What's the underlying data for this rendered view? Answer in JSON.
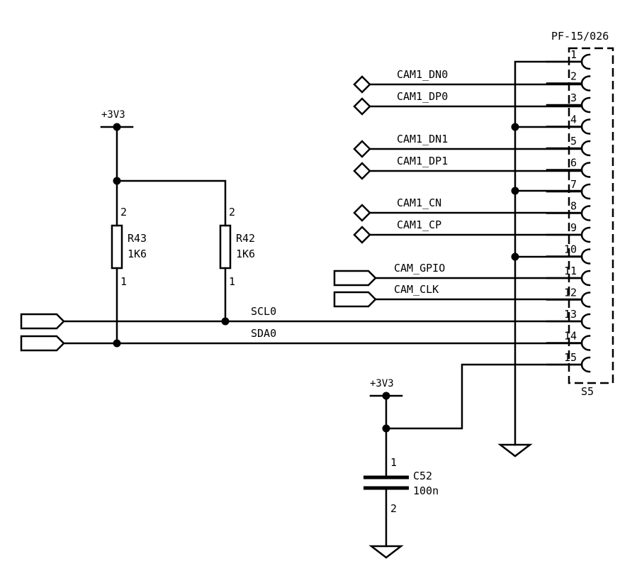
{
  "connector": {
    "part": "PF-15/026",
    "ref": "S5",
    "pins": [
      "1",
      "2",
      "3",
      "4",
      "5",
      "6",
      "7",
      "8",
      "9",
      "10",
      "11",
      "12",
      "13",
      "14",
      "15"
    ]
  },
  "nets": {
    "cam1_dn0": "CAM1_DN0",
    "cam1_dp0": "CAM1_DP0",
    "cam1_dn1": "CAM1_DN1",
    "cam1_dp1": "CAM1_DP1",
    "cam1_cn": "CAM1_CN",
    "cam1_cp": "CAM1_CP",
    "cam_gpio": "CAM_GPIO",
    "cam_clk": "CAM_CLK",
    "scl0": "SCL0",
    "sda0": "SDA0"
  },
  "power": {
    "left": "+3V3",
    "bottom": "+3V3"
  },
  "r43": {
    "ref": "R43",
    "value": "1K6",
    "pin_top": "2",
    "pin_bottom": "1"
  },
  "r42": {
    "ref": "R42",
    "value": "1K6",
    "pin_top": "2",
    "pin_bottom": "1"
  },
  "c52": {
    "ref": "C52",
    "value": "100n",
    "pin_top": "1",
    "pin_bottom": "2"
  }
}
